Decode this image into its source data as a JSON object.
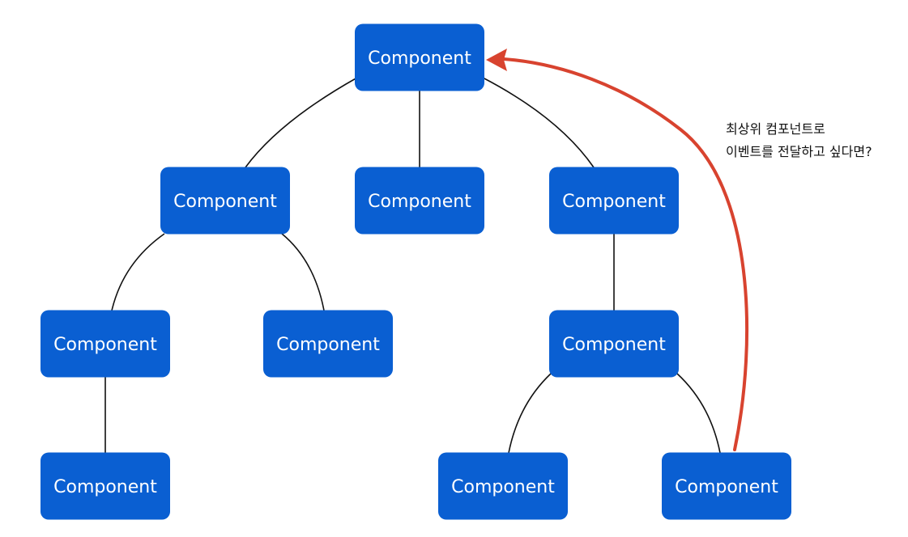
{
  "diagram": {
    "node_label": "Component",
    "nodes": [
      {
        "id": "root",
        "label": "Component"
      },
      {
        "id": "l1-left",
        "label": "Component"
      },
      {
        "id": "l1-middle",
        "label": "Component"
      },
      {
        "id": "l1-right",
        "label": "Component"
      },
      {
        "id": "l2-left-a",
        "label": "Component"
      },
      {
        "id": "l2-left-b",
        "label": "Component"
      },
      {
        "id": "l2-right",
        "label": "Component"
      },
      {
        "id": "l3-left",
        "label": "Component"
      },
      {
        "id": "l3-right-a",
        "label": "Component"
      },
      {
        "id": "l3-right-b",
        "label": "Component"
      }
    ],
    "edges": [
      {
        "from": "root",
        "to": "l1-left"
      },
      {
        "from": "root",
        "to": "l1-middle"
      },
      {
        "from": "root",
        "to": "l1-right"
      },
      {
        "from": "l1-left",
        "to": "l2-left-a"
      },
      {
        "from": "l1-left",
        "to": "l2-left-b"
      },
      {
        "from": "l2-left-a",
        "to": "l3-left"
      },
      {
        "from": "l1-right",
        "to": "l2-right"
      },
      {
        "from": "l2-right",
        "to": "l3-right-a"
      },
      {
        "from": "l2-right",
        "to": "l3-right-b"
      }
    ],
    "event_arrow": {
      "from": "l3-right-b",
      "to": "root"
    },
    "annotation": {
      "line1": "최상위 컴포넌트로",
      "line2": "이벤트를 전달하고 싶다면?"
    },
    "colors": {
      "node_fill": "#0a5fd2",
      "node_text": "#ffffff",
      "edge": "#111111",
      "event_arrow": "#d8432f"
    }
  }
}
